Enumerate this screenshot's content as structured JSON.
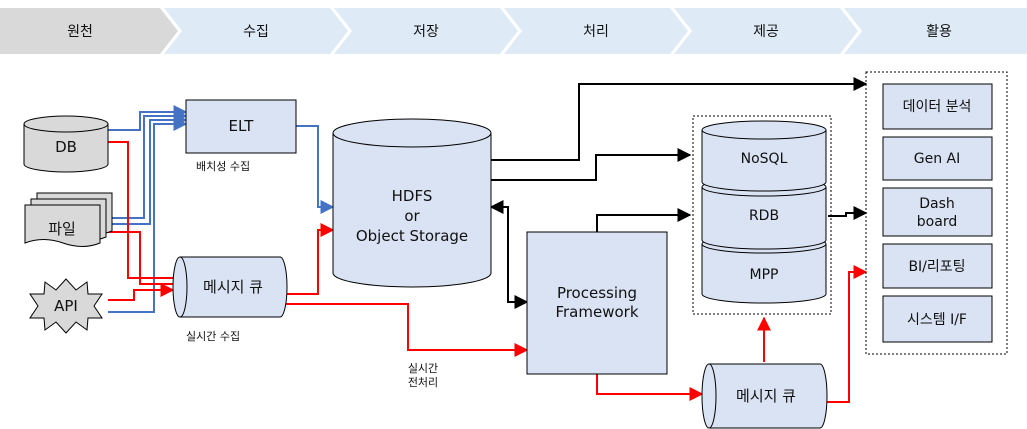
{
  "stages": [
    "원천",
    "수집",
    "저장",
    "처리",
    "제공",
    "활용"
  ],
  "sources": {
    "db": "DB",
    "file": "파일",
    "api": "API"
  },
  "elt": {
    "label": "ELT",
    "caption": "배치성 수집"
  },
  "mq_left": {
    "label": "메시지 큐",
    "caption": "실시간 수집"
  },
  "storage": {
    "line1": "HDFS",
    "line2": "or",
    "line3": "Object Storage"
  },
  "processing": {
    "line1": "Processing",
    "line2": "Framework"
  },
  "realtime_pre": {
    "line1": "실시간",
    "line2": "전처리"
  },
  "mq_bottom": {
    "label": "메시지 큐"
  },
  "serving": {
    "nosql": "NoSQL",
    "rdb": "RDB",
    "mpp": "MPP"
  },
  "usage": {
    "items": [
      {
        "label": "데이터 분석"
      },
      {
        "label": "Gen AI"
      },
      {
        "line1": "Dash",
        "line2": "board"
      },
      {
        "label": "BI/리포팅"
      },
      {
        "label": "시스템 I/F"
      }
    ]
  },
  "colors": {
    "batch": "#4472C4",
    "stream": "#FF0000",
    "stage_first": "#D9D9D9",
    "stage_rest": "#DEEBF7",
    "box_fill": "#DAE3F3",
    "gray_fill": "#D9D9D9"
  }
}
